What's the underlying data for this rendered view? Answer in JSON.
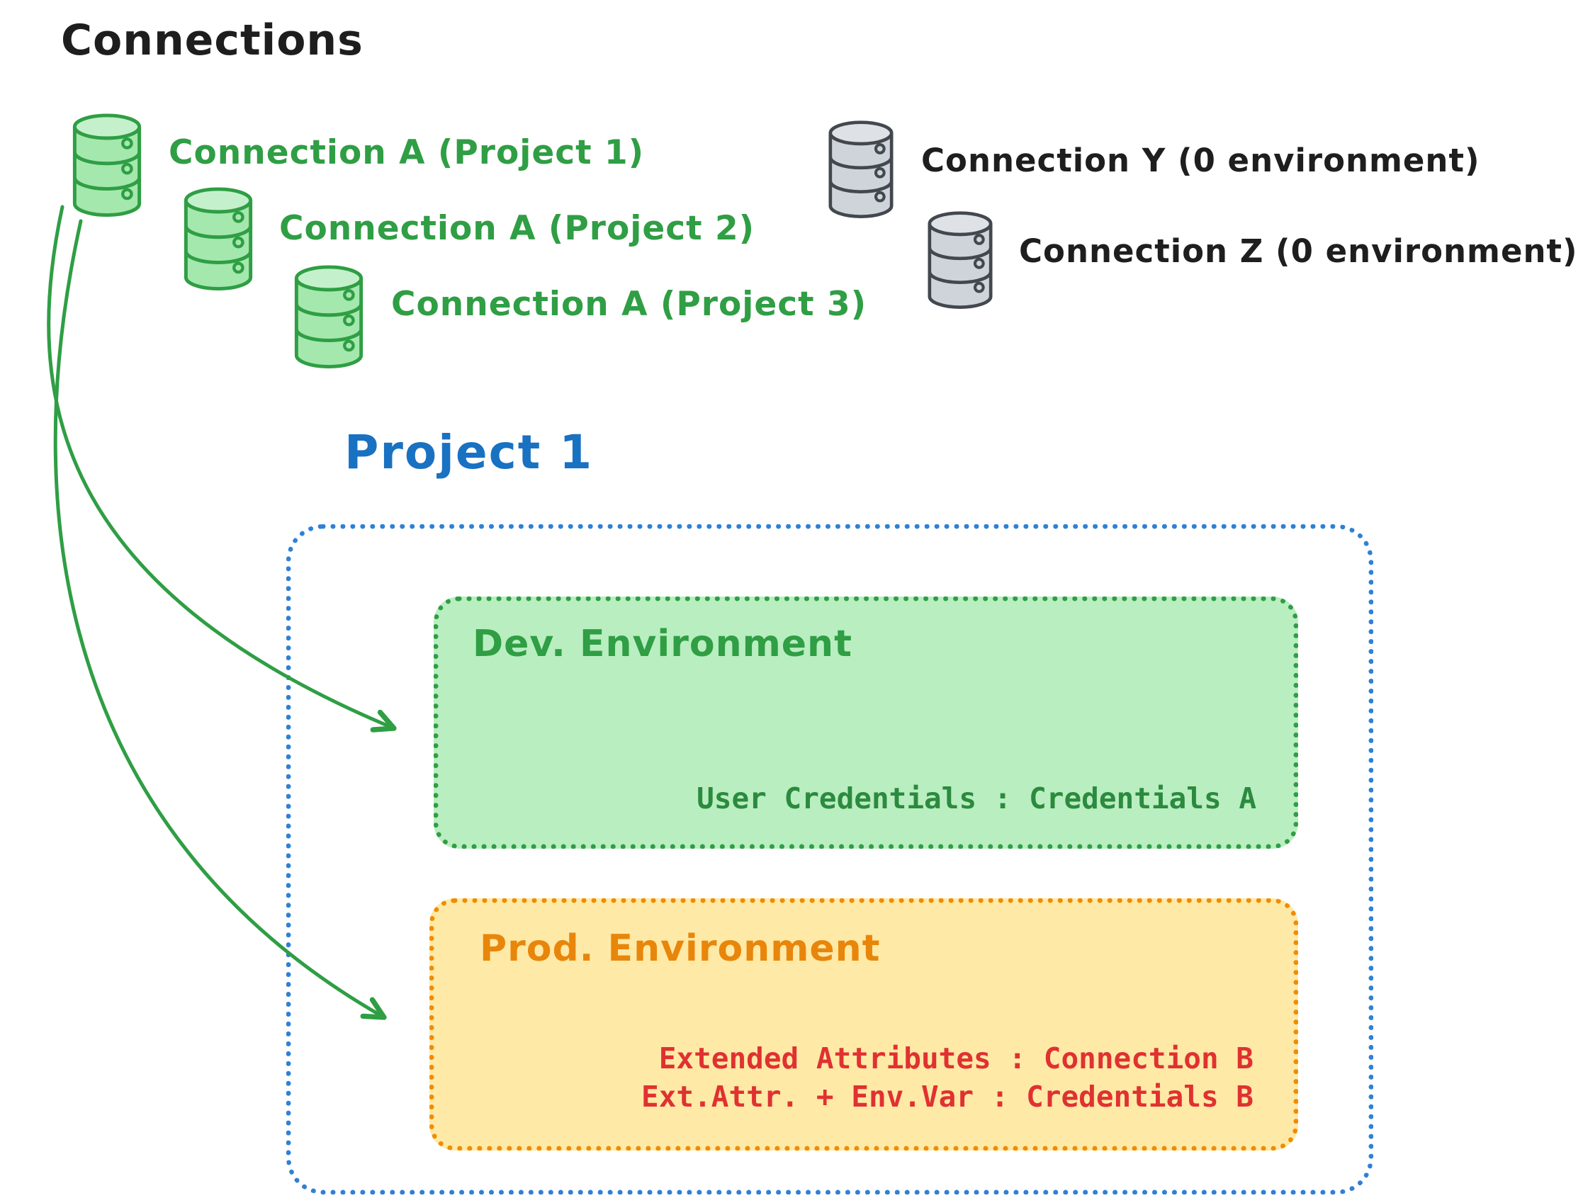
{
  "title": "Connections",
  "green_connections": [
    {
      "label": "Connection A (Project 1)"
    },
    {
      "label": "Connection A (Project 2)"
    },
    {
      "label": "Connection A (Project 3)"
    }
  ],
  "gray_connections": [
    {
      "label": "Connection Y (0 environment)"
    },
    {
      "label": "Connection Z (0 environment)"
    }
  ],
  "project": {
    "title": "Project 1",
    "dev_environment": {
      "title": "Dev. Environment",
      "credentials_line": "User Credentials : Credentials A"
    },
    "prod_environment": {
      "title": "Prod. Environment",
      "line1": "Extended Attributes : Connection B",
      "line2": "Ext.Attr. + Env.Var : Credentials B"
    }
  },
  "colors": {
    "green": "#2f9e44",
    "green_fill": "#b9eec0",
    "blue_border": "#2f80d6",
    "blue_title": "#1971c2",
    "orange": "#f08c00",
    "orange_fill": "#ffe9a6",
    "red": "#e03131",
    "black": "#1e1e1e",
    "gray_db": "#ced4da"
  }
}
